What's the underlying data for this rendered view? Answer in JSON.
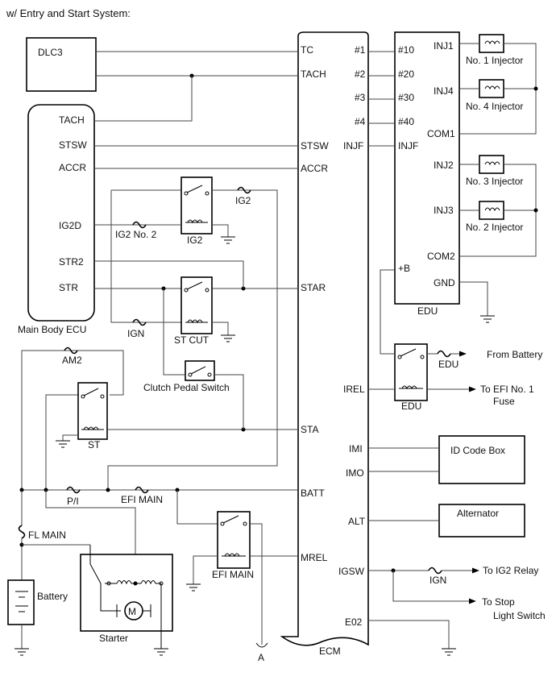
{
  "title": "w/ Entry and Start System:",
  "components": {
    "dlc3": "DLC3",
    "main_body_ecu": "Main Body ECU",
    "ecm": "ECM",
    "edu": "EDU",
    "id_code_box": "ID Code Box",
    "alternator": "Alternator",
    "battery": "Battery",
    "starter": "Starter",
    "motor": "M"
  },
  "relays": {
    "ig2": "IG2",
    "st_cut": "ST CUT",
    "st": "ST",
    "efi_main": "EFI MAIN",
    "edu_relay": "EDU",
    "clutch_pedal_switch": "Clutch Pedal Switch"
  },
  "fuses": {
    "ig2": "IG2",
    "ig2_no2": "IG2 No. 2",
    "ign": "IGN",
    "am2": "AM2",
    "pi": "P/I",
    "efi_main": "EFI MAIN",
    "fl_main": "FL MAIN",
    "edu": "EDU",
    "ign_right": "IGN"
  },
  "ecu_terminals": [
    "TACH",
    "STSW",
    "ACCR",
    "IG2D",
    "STR2",
    "STR"
  ],
  "ecm_left_terminals": [
    "TC",
    "TACH",
    "STSW",
    "ACCR",
    "STAR",
    "STA",
    "BATT",
    "MREL"
  ],
  "ecm_right_terminals": [
    "#1",
    "#2",
    "#3",
    "#4",
    "INJF",
    "IREL",
    "IMI",
    "IMO",
    "ALT",
    "IGSW",
    "E02"
  ],
  "edu_left_terminals": [
    "#10",
    "#20",
    "#30",
    "#40",
    "INJF",
    "+B"
  ],
  "edu_right_terminals": [
    "INJ1",
    "INJ4",
    "COM1",
    "INJ2",
    "INJ3",
    "COM2",
    "GND"
  ],
  "injectors": [
    "No. 1 Injector",
    "No. 4 Injector",
    "No. 3 Injector",
    "No. 2 Injector"
  ],
  "external": {
    "from_battery": "From Battery",
    "to_efi_line1": "To EFI No. 1",
    "to_efi_line2": "Fuse",
    "to_ig2_relay": "To IG2 Relay",
    "to_stop_line1": "To Stop",
    "to_stop_line2": "Light Switch",
    "connector_a": "A"
  }
}
